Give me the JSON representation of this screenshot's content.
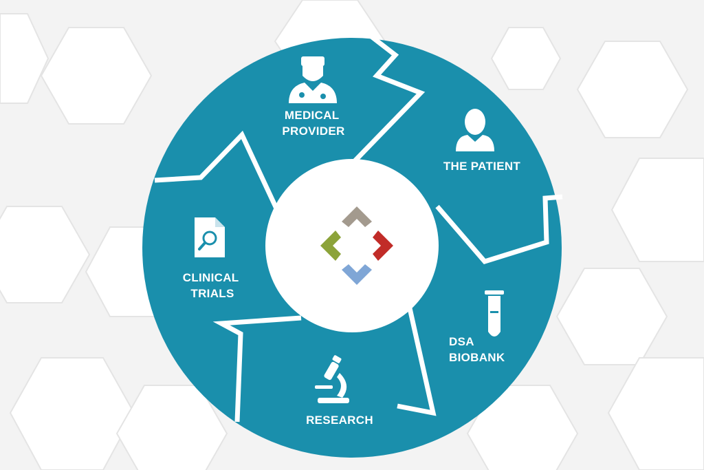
{
  "colors": {
    "background": "#f3f3f3",
    "hexagon": "#ffffff",
    "cycle": "#1a8fac",
    "center": "#ffffff",
    "icon": "#ffffff",
    "logo_top": "#a39a8e",
    "logo_right": "#c12c28",
    "logo_bottom": "#7fa6d6",
    "logo_left": "#8ca33a"
  },
  "cycle": {
    "stages": [
      {
        "id": "medical-provider",
        "icon": "doctor-icon",
        "label_lines": [
          "MEDICAL",
          "PROVIDER"
        ]
      },
      {
        "id": "the-patient",
        "icon": "person-icon",
        "label_lines": [
          "THE PATIENT"
        ]
      },
      {
        "id": "dsa-biobank",
        "icon": "test-tube-icon",
        "label_lines": [
          "DSA",
          "BIOBANK"
        ]
      },
      {
        "id": "research",
        "icon": "microscope-icon",
        "label_lines": [
          "RESEARCH"
        ]
      },
      {
        "id": "clinical-trials",
        "icon": "document-search-icon",
        "label_lines": [
          "CLINICAL",
          "TRIALS"
        ]
      }
    ]
  },
  "center_logo": {
    "icon": "four-chevron-logo-icon"
  }
}
